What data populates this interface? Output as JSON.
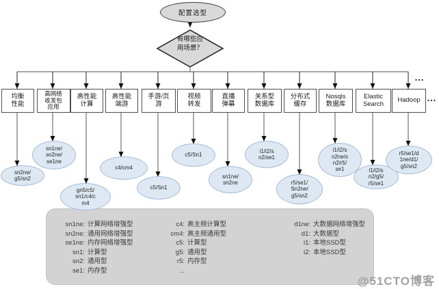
{
  "start": {
    "label": "配置选型"
  },
  "decision": {
    "label": "有哪些应用场景？"
  },
  "dots": {
    "top": "…",
    "side": "…"
  },
  "branches": [
    {
      "scenario": [
        "均衡",
        "性能"
      ],
      "instances": [
        "sn2ne/",
        "g5/sn2"
      ]
    },
    {
      "scenario": [
        "高网络",
        "收发包",
        "应用"
      ],
      "instances": [
        "sn1ne/",
        "sn2ne/",
        "se1ne"
      ]
    },
    {
      "scenario": [
        "高性能",
        "计算"
      ],
      "instances": [
        "gn5/c5/",
        "sn1/c4/c",
        "m4"
      ]
    },
    {
      "scenario": [
        "高性能",
        "端游"
      ],
      "instances": [
        "c4/cm4"
      ]
    },
    {
      "scenario": [
        "手游/页",
        "游"
      ],
      "instances": [
        "c5/Sn1"
      ]
    },
    {
      "scenario": [
        "视频",
        "转发"
      ],
      "instances": [
        "c5/Sn1"
      ]
    },
    {
      "scenario": [
        "直播",
        "弹幕"
      ],
      "instances": [
        "sn1ne/",
        "sn2ne"
      ]
    },
    {
      "scenario": [
        "关系型",
        "数据库"
      ],
      "instances": [
        "i1/i2/s",
        "n2/se1"
      ]
    },
    {
      "scenario": [
        "分布式",
        "缓存"
      ],
      "instances": [
        "r5/se1/",
        "Sn2ne/",
        "g5/sn2"
      ]
    },
    {
      "scenario": [
        "Nosqls",
        "数据库"
      ],
      "instances": [
        "i1/i2/s",
        "n2ne/s",
        "n2/r5/",
        "se1"
      ]
    },
    {
      "scenario": [
        "Elastic",
        "Search"
      ],
      "instances": [
        "i1/i2/s",
        "n2/g5/",
        "r5/se1"
      ]
    },
    {
      "scenario": [
        "Hadoop"
      ],
      "instances": [
        "r5/se1/d",
        "1ne/d1/",
        "g5/sn2"
      ]
    }
  ],
  "legend": {
    "columns": [
      {
        "entries": [
          {
            "code": "sn1ne:",
            "desc": "计算网络增强型"
          },
          {
            "code": "sn2ne:",
            "desc": "通用网络增强型"
          },
          {
            "code": "se1ne:",
            "desc": "内存网络增强型"
          },
          {
            "code": "sn1:",
            "desc": "计算型"
          },
          {
            "code": "sn2:",
            "desc": "通用型"
          },
          {
            "code": "se1:",
            "desc": "内存型"
          }
        ]
      },
      {
        "entries": [
          {
            "code": "c4:",
            "desc": "高主频计算型"
          },
          {
            "code": "cm4:",
            "desc": "高主频通用型"
          },
          {
            "code": "c5:",
            "desc": "计算型"
          },
          {
            "code": "g5:",
            "desc": "通用型"
          },
          {
            "code": "r5:",
            "desc": "内存型"
          },
          {
            "code": "...",
            "desc": ""
          }
        ]
      },
      {
        "entries": [
          {
            "code": "d1ne:",
            "desc": "大数据网络增强型"
          },
          {
            "code": "d1:",
            "desc": "大数据型"
          },
          {
            "code": "i1:",
            "desc": "本地SSD型"
          },
          {
            "code": "i2:",
            "desc": "本地SSD型"
          }
        ]
      }
    ]
  },
  "watermark": "@51CTO博客",
  "colors": {
    "node_fill": "#d9d9d9",
    "instance_fill": "#dde8f3",
    "instance_border": "#a3bcd6",
    "legend_fill": "#d3d3d3"
  }
}
